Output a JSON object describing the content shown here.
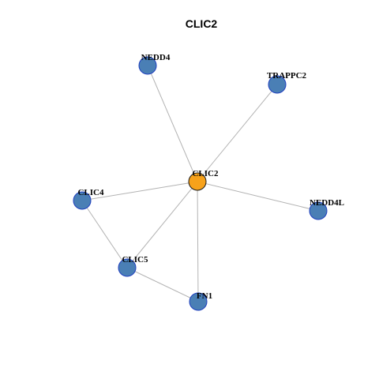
{
  "title": "CLIC2",
  "colors": {
    "center_node": "#f7a21b",
    "neighbor_node": "#4a7fb5",
    "edge": "#b3b3b3"
  },
  "nodes": [
    {
      "id": "CLIC2",
      "label": "CLIC2",
      "role": "center"
    },
    {
      "id": "NEDD4",
      "label": "NEDD4",
      "role": "neighbor"
    },
    {
      "id": "TRAPPC2",
      "label": "TRAPPC2",
      "role": "neighbor"
    },
    {
      "id": "CLIC4",
      "label": "CLIC4",
      "role": "neighbor"
    },
    {
      "id": "NEDD4L",
      "label": "NEDD4L",
      "role": "neighbor"
    },
    {
      "id": "CLIC5",
      "label": "CLIC5",
      "role": "neighbor"
    },
    {
      "id": "FN1",
      "label": "FN1",
      "role": "neighbor"
    }
  ],
  "edges": [
    {
      "source": "CLIC2",
      "target": "NEDD4"
    },
    {
      "source": "CLIC2",
      "target": "TRAPPC2"
    },
    {
      "source": "CLIC2",
      "target": "CLIC4"
    },
    {
      "source": "CLIC2",
      "target": "NEDD4L"
    },
    {
      "source": "CLIC2",
      "target": "CLIC5"
    },
    {
      "source": "CLIC2",
      "target": "FN1"
    },
    {
      "source": "CLIC4",
      "target": "CLIC5"
    },
    {
      "source": "CLIC5",
      "target": "FN1"
    }
  ]
}
